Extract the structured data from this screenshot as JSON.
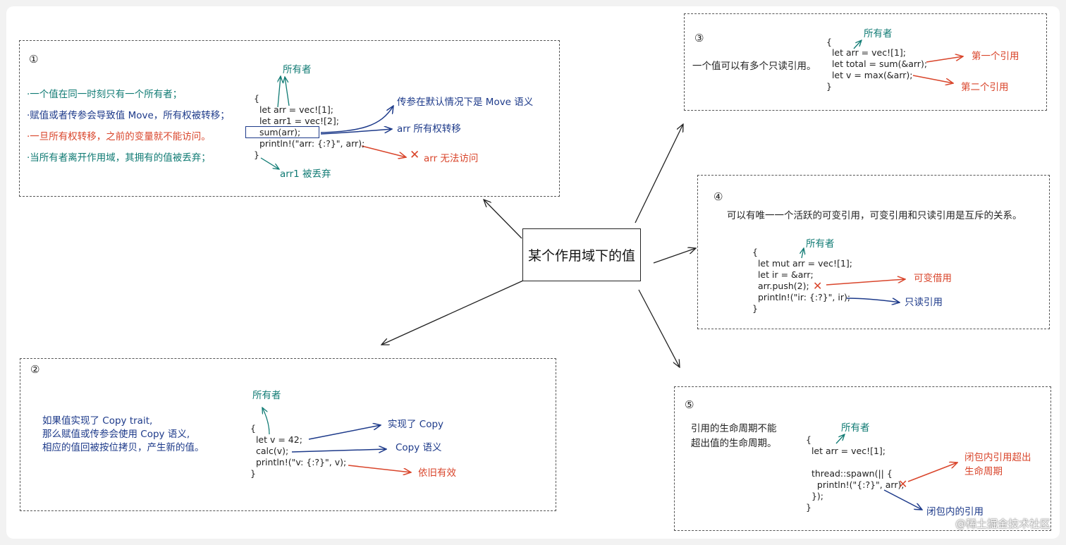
{
  "center": {
    "label": "某个作用域下的值"
  },
  "box1": {
    "number": "①",
    "notes": [
      "·一个值在同一时刻只有一个所有者；",
      "·赋值或者传参会导致值 Move，所有权被转移；",
      "·一旦所有权转移，之前的变量就不能访问。",
      "·当所有者离开作用域，其拥有的值被丢弃；"
    ],
    "owner_label": "所有者",
    "code": [
      "{",
      "  let arr = vec![1];",
      "  let arr1 = vec![2];",
      "  sum(arr);",
      "  println!(\"arr: {:?}\", arr);",
      "}"
    ],
    "ann_move_semantic": "传参在默认情况下是 Move 语义",
    "ann_transfer": "arr 所有权转移",
    "ann_no_access_mark": "✕",
    "ann_no_access": "arr 无法访问",
    "ann_dropped": "arr1 被丢弃"
  },
  "box2": {
    "number": "②",
    "notes": [
      "如果值实现了 Copy trait,",
      "那么赋值或传参会使用 Copy 语义,",
      "相应的值回被按位拷贝，产生新的值。"
    ],
    "owner_label": "所有者",
    "code": [
      "{",
      "  let v = 42;",
      "  calc(v);",
      "  println!(\"v: {:?}\", v);",
      "}"
    ],
    "ann_impl_copy": "实现了 Copy",
    "ann_copy_semantic": "Copy 语义",
    "ann_still_valid": "依旧有效"
  },
  "box3": {
    "number": "③",
    "note": "一个值可以有多个只读引用。",
    "owner_label": "所有者",
    "code": [
      "{",
      "  let arr = vec![1];",
      "  let total = sum(&arr);",
      "  let v = max(&arr);",
      "}"
    ],
    "ann_first_ref": "第一个引用",
    "ann_second_ref": "第二个引用"
  },
  "box4": {
    "number": "④",
    "note": "可以有唯一一个活跃的可变引用，可变引用和只读引用是互斥的关系。",
    "owner_label": "所有者",
    "code": [
      "{",
      "  let mut arr = vec![1];",
      "  let ir = &arr;",
      "  arr.push(2);",
      "  println!(\"ir: {:?}\", ir);",
      "}"
    ],
    "ann_no_mark": "✕",
    "ann_mut_borrow": "可变借用",
    "ann_readonly_ref": "只读引用"
  },
  "box5": {
    "number": "⑤",
    "notes": [
      "引用的生命周期不能",
      "超出值的生命周期。"
    ],
    "owner_label": "所有者",
    "code": [
      "{",
      "  let arr = vec![1];",
      "",
      "  thread::spawn(|| {",
      "    println!(\"{:?}\", arr);",
      "  });",
      "}"
    ],
    "ann_no_mark": "✕",
    "ann_outlive": [
      "闭包内引用超出",
      "生命周期"
    ],
    "ann_closure_ref": "闭包内的引用"
  },
  "watermark": "@稀土掘金技术社区",
  "colors": {
    "teal": "#0f7a73",
    "blue": "#1d3a8a",
    "red": "#d9452b",
    "dark": "#222222"
  }
}
